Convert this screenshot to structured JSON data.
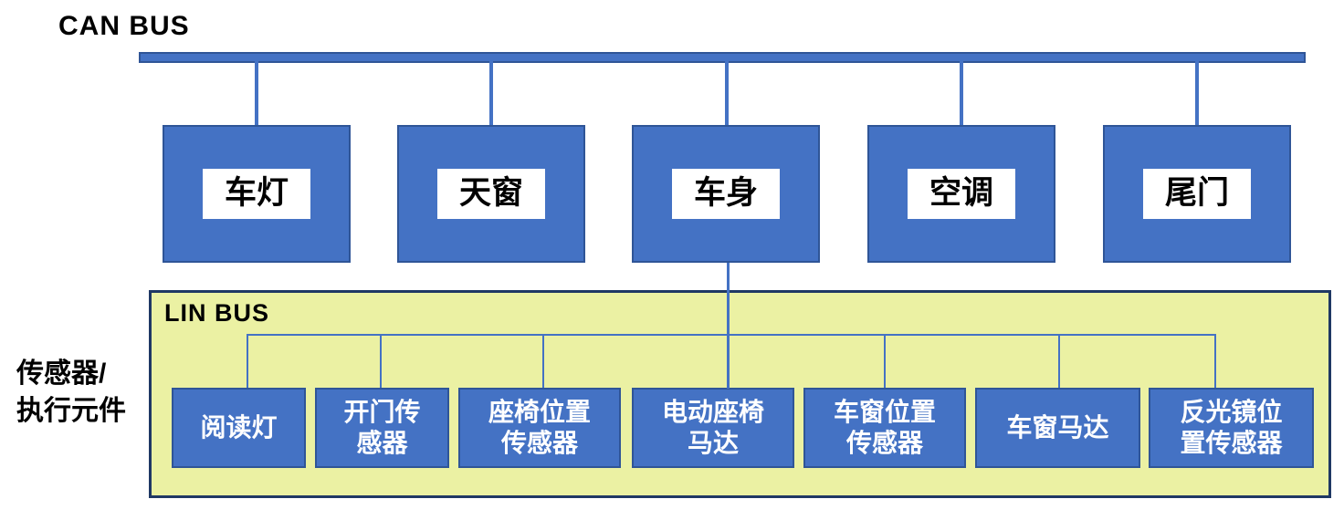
{
  "can": {
    "label": "CAN BUS",
    "nodes": [
      {
        "label": "车灯"
      },
      {
        "label": "天窗"
      },
      {
        "label": "车身"
      },
      {
        "label": "空调"
      },
      {
        "label": "尾门"
      }
    ]
  },
  "lin": {
    "label": "LIN BUS",
    "nodes": [
      {
        "label": "阅读灯"
      },
      {
        "label": "开门传\n感器"
      },
      {
        "label": "座椅位置\n传感器"
      },
      {
        "label": "电动座椅\n马达"
      },
      {
        "label": "车窗位置\n传感器"
      },
      {
        "label": "车窗马达"
      },
      {
        "label": "反光镜位\n置传感器"
      }
    ]
  },
  "side_label": "传感器/\n执行元件",
  "colors": {
    "node_fill": "#4472C4",
    "node_border": "#2F5597",
    "connector": "#4472C4",
    "lin_background": "#EBF1A3",
    "lin_border": "#1F3864",
    "label_text": "#000000",
    "node_text_top": "#000000",
    "node_text_lin": "#FFFFFF"
  }
}
